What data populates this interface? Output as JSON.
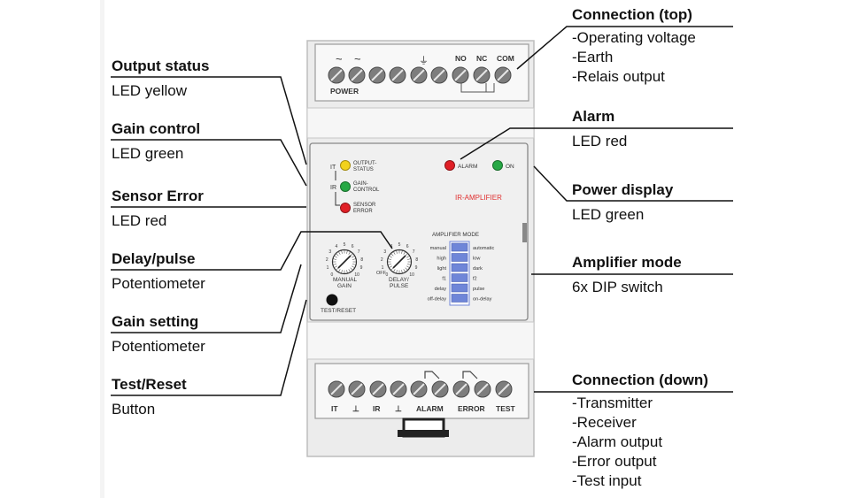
{
  "callouts_left": [
    {
      "title": "Output status",
      "desc": "LED yellow"
    },
    {
      "title": "Gain control",
      "desc": "LED green"
    },
    {
      "title": "Sensor Error",
      "desc": "LED red"
    },
    {
      "title": "Delay/pulse",
      "desc": "Potentiometer"
    },
    {
      "title": "Gain setting",
      "desc": "Potentiometer"
    },
    {
      "title": "Test/Reset",
      "desc": "Button"
    }
  ],
  "callouts_right": {
    "connection_top": {
      "title": "Connection (top)",
      "lines": [
        "-Operating voltage",
        "-Earth",
        "-Relais output"
      ]
    },
    "alarm": {
      "title": "Alarm",
      "desc": "LED red"
    },
    "power_display": {
      "title": "Power display",
      "desc": "LED green"
    },
    "amplifier_mode": {
      "title": "Amplifier mode",
      "desc": "6x DIP switch"
    },
    "connection_down": {
      "title": "Connection (down)",
      "lines": [
        "-Transmitter",
        "-Receiver",
        "-Alarm output",
        "-Error output",
        "-Test input"
      ]
    }
  },
  "device": {
    "top_terminals": {
      "tilde1": "~",
      "tilde2": "~",
      "earth": "⏚",
      "no": "NO",
      "nc": "NC",
      "com": "COM",
      "power": "POWER"
    },
    "panel": {
      "it": "IT",
      "ir": "IR",
      "output_status": [
        "OUTPUT-",
        "STATUS"
      ],
      "gain_control": [
        "GAIN-",
        "CONTROL"
      ],
      "sensor_error": [
        "SENSOR",
        "ERROR"
      ],
      "alarm": "ALARM",
      "on": "ON",
      "ir_amplifier": "IR-AMPLIFIER",
      "amplifier_mode": "AMPLIFIER MODE",
      "dip_left": [
        "manual",
        "high",
        "light",
        "f1",
        "delay",
        "off-delay"
      ],
      "dip_right": [
        "automatic",
        "low",
        "dark",
        "f2",
        "pulse",
        "on-delay"
      ],
      "manual_gain": [
        "MANUAL",
        "GAIN"
      ],
      "delay_pulse": [
        "DELAY/",
        "PULSE"
      ],
      "test_reset": "TEST/RESET",
      "off": "OFF",
      "dial_digits": [
        "0",
        "1",
        "2",
        "3",
        "4",
        "5",
        "6",
        "7",
        "8",
        "9",
        "10"
      ]
    },
    "bottom_terminals": [
      "IT",
      "⊥",
      "IR",
      "⊥",
      "ALARM",
      "ERROR",
      "TEST"
    ]
  },
  "colors": {
    "yellow_led": "#f2d21c",
    "green_led": "#27a845",
    "red_led": "#e01f26",
    "dip_blue": "#6f86d8",
    "red_text": "#e03030"
  }
}
